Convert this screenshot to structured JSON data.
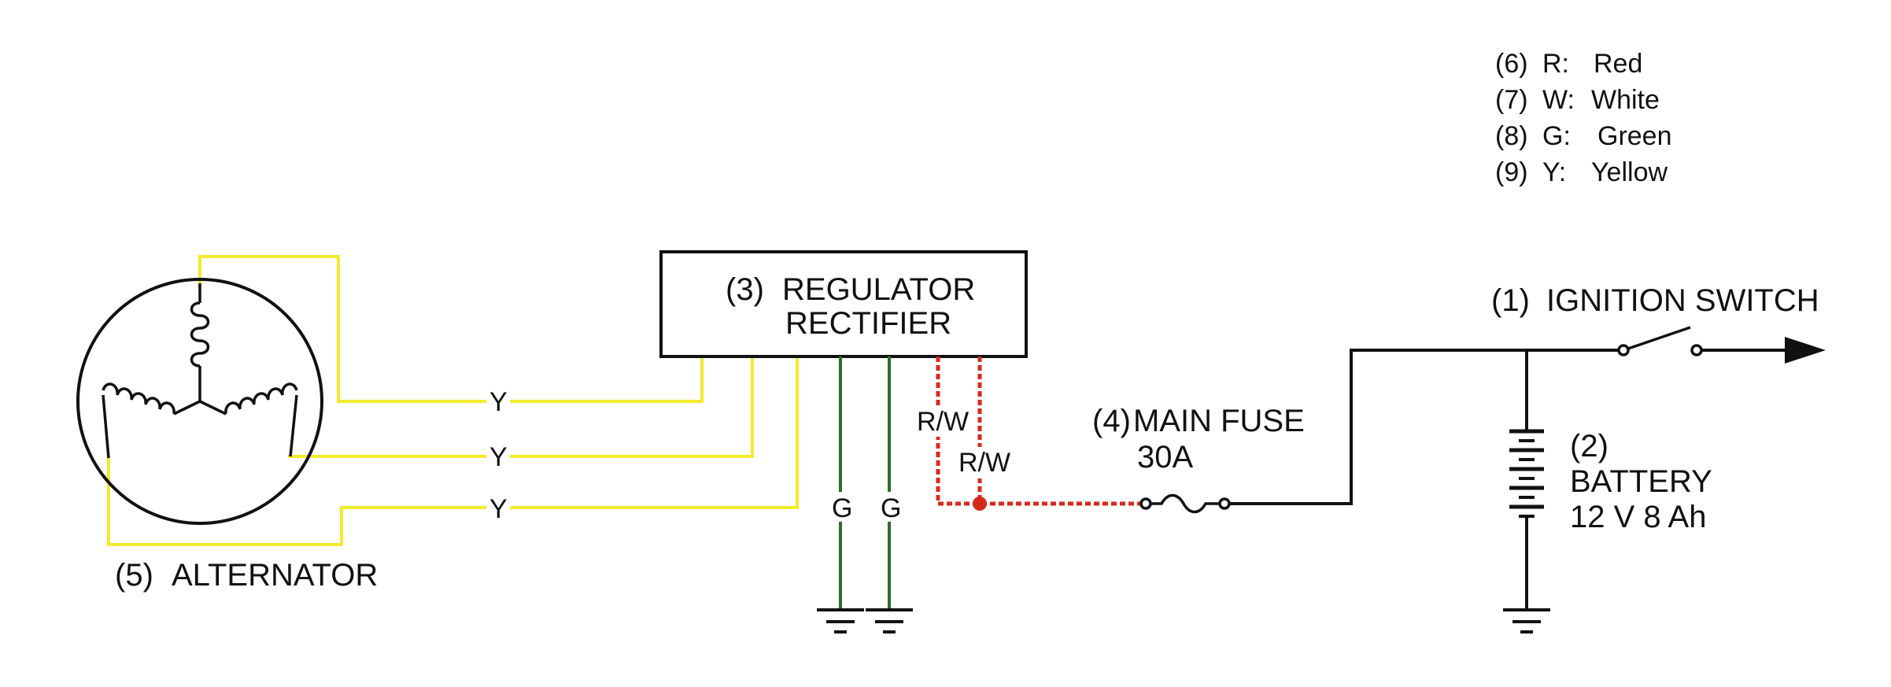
{
  "legend": [
    {
      "num": "(6)",
      "code": "R:",
      "name": "Red"
    },
    {
      "num": "(7)",
      "code": "W:",
      "name": "White"
    },
    {
      "num": "(8)",
      "code": "G:",
      "name": "Green"
    },
    {
      "num": "(9)",
      "code": "Y:",
      "name": "Yellow"
    }
  ],
  "components": {
    "regulator": {
      "num": "(3)",
      "line1": "REGULATOR",
      "line2": "RECTIFIER"
    },
    "alternator": {
      "num": "(5)",
      "label": "ALTERNATOR"
    },
    "fuse": {
      "num": "(4)",
      "label": "MAIN FUSE",
      "rating": "30A"
    },
    "ignition": {
      "num": "(1)",
      "label": "IGNITION SWITCH"
    },
    "battery": {
      "num": "(2)",
      "label": "BATTERY",
      "spec": "12 V 8 Ah"
    }
  },
  "wire_labels": {
    "yellow_1": "Y",
    "yellow_2": "Y",
    "yellow_3": "Y",
    "green_1": "G",
    "green_2": "G",
    "red_white_1": "R/W",
    "red_white_2": "R/W"
  },
  "colors": {
    "yellow_wire": "#f2ea2c",
    "green_wire": "#2e6b2e",
    "red_white_wire": "#d42a1e",
    "black_wire": "#111111"
  }
}
